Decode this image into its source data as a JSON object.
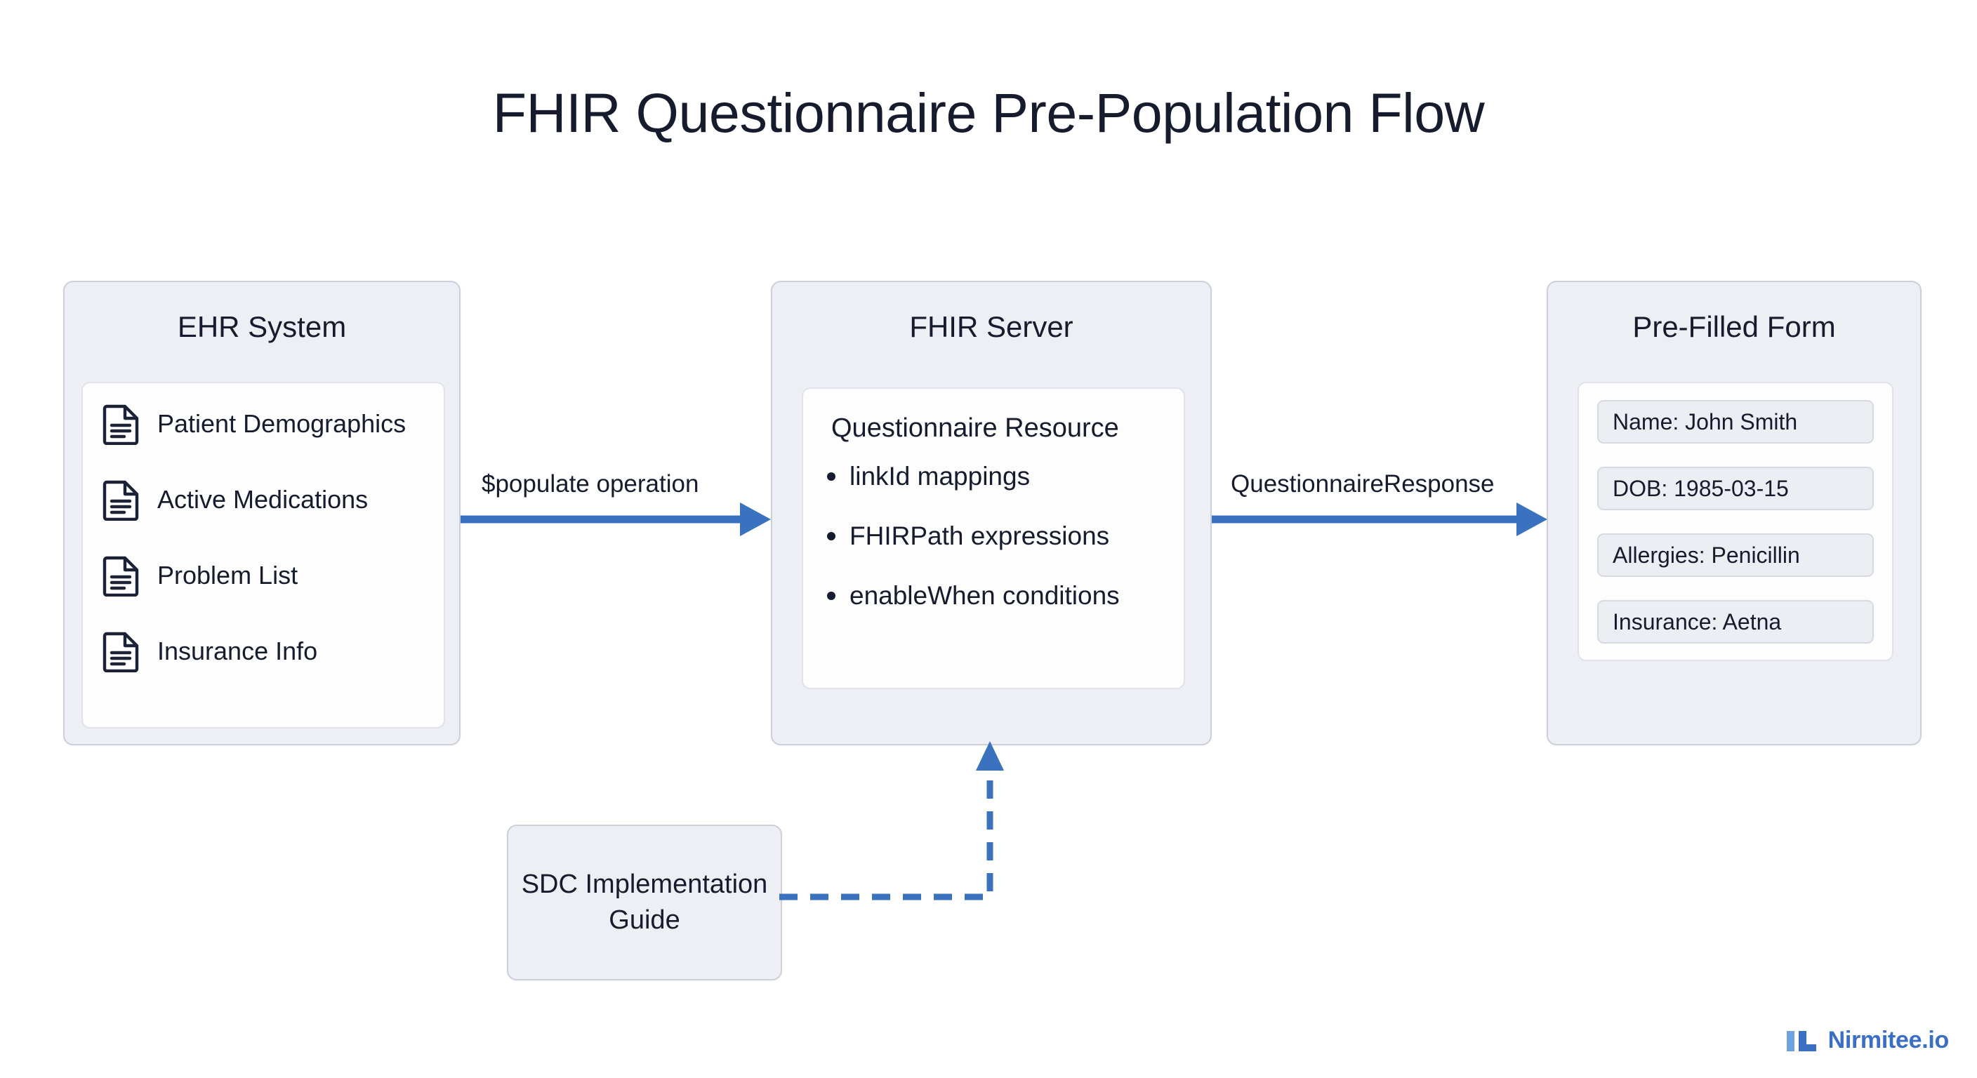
{
  "title": "FHIR Questionnaire Pre-Population Flow",
  "colors": {
    "background": "#ffffff",
    "node_fill": "#edeff4",
    "node_border": "#ccd0da",
    "panel_fill": "#fdfdfe",
    "panel_border": "#dfe2ea",
    "field_fill": "#eceef3",
    "field_border": "#d6dae3",
    "text": "#161c2d",
    "arrow_blue": "#3a72bf",
    "logo_blue_dark": "#3a6fc4",
    "logo_blue_light": "#6fa3dd"
  },
  "nodes": {
    "ehr": {
      "title": "EHR System",
      "items": [
        {
          "icon": "document-icon",
          "label": "Patient Demographics"
        },
        {
          "icon": "document-icon",
          "label": "Active Medications"
        },
        {
          "icon": "document-icon",
          "label": "Problem List"
        },
        {
          "icon": "document-icon",
          "label": "Insurance Info"
        }
      ]
    },
    "fhir": {
      "title": "FHIR Server",
      "panel_title": "Questionnaire Resource",
      "bullets": [
        "linkId mappings",
        "FHIRPath expressions",
        "enableWhen conditions"
      ]
    },
    "form": {
      "title": "Pre-Filled Form",
      "fields": [
        "Name: John Smith",
        "DOB: 1985-03-15",
        "Allergies: Penicillin",
        "Insurance: Aetna"
      ]
    },
    "sdc": {
      "label": "SDC Implementation Guide"
    }
  },
  "edges": [
    {
      "id": "ehr-to-fhir",
      "label": "$populate operation",
      "style": "solid",
      "direction": "right"
    },
    {
      "id": "fhir-to-form",
      "label": "QuestionnaireResponse",
      "style": "solid",
      "direction": "right"
    },
    {
      "id": "sdc-to-fhir",
      "label": "",
      "style": "dashed",
      "direction": "up"
    }
  ],
  "footer": {
    "brand": "Nirmitee.io",
    "logo_icon": "nirmitee-logo-icon"
  }
}
